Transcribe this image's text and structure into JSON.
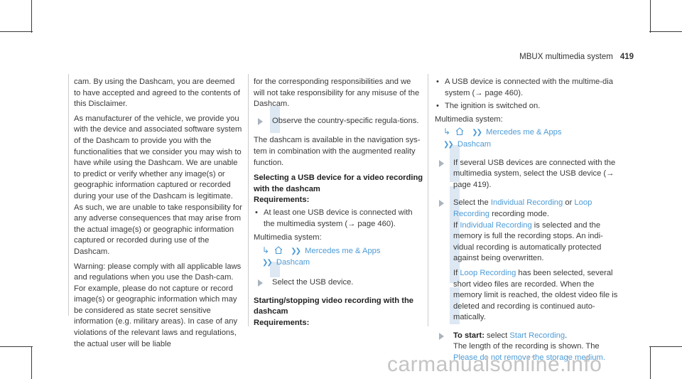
{
  "header": {
    "title": "MBUX multimedia system",
    "page": "419"
  },
  "col1": {
    "p1": "cam. By using the Dashcam, you are deemed to have accepted and agreed to the contents of this Disclaimer.",
    "p2": "As manufacturer of the vehicle, we provide you with the device and associated software system of the Dashcam to provide you with the functionalities that we consider you may wish to have while using the Dashcam. We are unable to predict or verify whether any image(s) or geographic information captured or recorded during your use of the Dashcam is legitimate. As such, we are unable to take responsibility for any adverse consequences that may arise from the actual image(s) or geographic information captured or recorded during use of the Dashcam.",
    "p3": "Warning: please comply with all applicable laws and regulations when you use the Dash-cam. For example, please do not capture or record image(s) or geographic information which may be considered as state secret sensitive information (e.g. military areas). In case of any violations of the relevant laws and regulations, the actual user will be liable"
  },
  "col2": {
    "p1": "for the corresponding responsibilities and we will not take responsibility for any misuse of the Dashcam.",
    "step1": "Observe the country-specific regula-tions.",
    "p2": "The dashcam is available in the navigation sys-tem in combination with the augmented reality function.",
    "heading1": "Selecting a USB device for a video recording with the dashcam",
    "req1": "Requirements:",
    "bullet1": "At least one USB device is connected with the multimedia system (→ page 460).",
    "ms1": "Multimedia system:",
    "nav_a": "Mercedes me & Apps",
    "nav_b": "Dashcam",
    "step2": "Select the USB device.",
    "heading2": "Starting/stopping video recording with the dashcam",
    "req2": "Requirements:"
  },
  "col3": {
    "bullet1": "A USB device is connected with the multime-dia system (→ page 460).",
    "bullet2": "The ignition is switched on.",
    "ms1": "Multimedia system:",
    "nav_a": "Mercedes me & Apps",
    "nav_b": "Dashcam",
    "step1": "If several USB devices are connected with the multimedia system, select the USB device (→ page 419).",
    "step2_a": "Select the ",
    "step2_b": "Individual Recording",
    "step2_c": " or ",
    "step2_d": "Loop Recording",
    "step2_e": " recording mode.",
    "step2_f": "If ",
    "step2_g": "Individual Recording",
    "step2_h": " is selected and the memory is full the recording stops. An indi-vidual recording is automatically protected against being overwritten.",
    "step2_i": "If ",
    "step2_j": "Loop Recording",
    "step2_k": " has been selected, several short video files are recorded. When the memory limit is reached, the oldest video file is deleted and recording is continued auto-matically.",
    "step3_a": "To start:",
    "step3_b": " select ",
    "step3_c": "Start Recording",
    "step3_d": ".",
    "step3_e": "The length of the recording is shown. The ",
    "step3_f": "Please do not remove the storage medium."
  },
  "watermark": "carmanualsonline.info",
  "colors": {
    "accent": "#4d9bd6",
    "text": "#3a3a3a",
    "step_bar": "#dde8f3"
  }
}
